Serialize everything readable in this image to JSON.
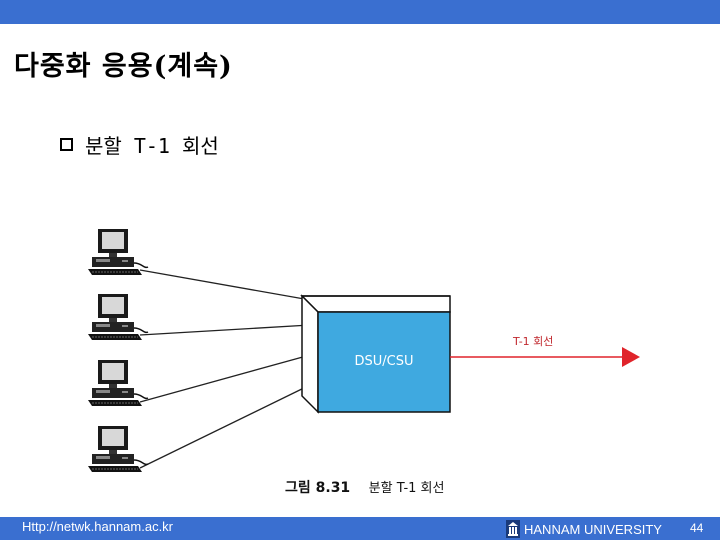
{
  "slide": {
    "title": "다중화 응용(계속)",
    "bullet": "분할 T-1 회선"
  },
  "diagram": {
    "device_label": "DSU/CSU",
    "line_label": "T-1 회선",
    "caption_label": "그림 8.31",
    "caption_text": "분할 T-1 회선",
    "colors": {
      "device_face": "#3fa9e0",
      "arrow": "#e0242b"
    }
  },
  "footer": {
    "url": "Http://netwk.hannam.ac.kr",
    "university": "HANNAM UNIVERSITY",
    "page": "44"
  }
}
